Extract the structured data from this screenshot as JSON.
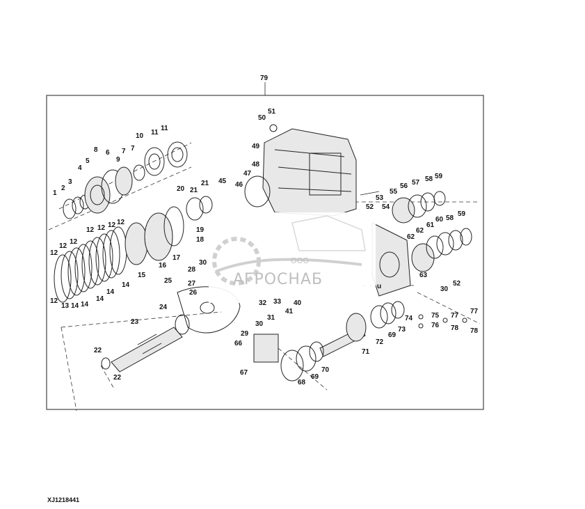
{
  "assembly_number": "79",
  "reference_code": "XJ1218441",
  "watermark": {
    "prefix": "ООО",
    "name": "АГРОСНАБ"
  },
  "callouts": {
    "c1": "1",
    "c2": "2",
    "c3": "3",
    "c4": "4",
    "c5": "5",
    "c6": "6",
    "c7a": "7",
    "c7b": "7",
    "c8": "8",
    "c9": "9",
    "c10": "10",
    "c11a": "11",
    "c11b": "11",
    "c12a": "12",
    "c12b": "12",
    "c12c": "12",
    "c12d": "12",
    "c12e": "12",
    "c12f": "12",
    "c12g": "12",
    "c12h": "12",
    "c13": "13",
    "c14a": "14",
    "c14b": "14",
    "c14c": "14",
    "c14d": "14",
    "c14e": "14",
    "c15": "15",
    "c16": "16",
    "c17": "17",
    "c18": "18",
    "c19": "19",
    "c20": "20",
    "c21a": "21",
    "c21b": "21",
    "c22a": "22",
    "c22b": "22",
    "c23": "23",
    "c24": "24",
    "c25": "25",
    "c26": "26",
    "c27": "27",
    "c28": "28",
    "c29": "29",
    "c30a": "30",
    "c30b": "30",
    "c30c": "30",
    "c31": "31",
    "c32": "32",
    "c33": "33",
    "c40": "40",
    "c41": "41",
    "c45": "45",
    "c46": "46",
    "c47": "47",
    "c48": "48",
    "c49": "49",
    "c50": "50",
    "c51": "51",
    "c52a": "52",
    "c52b": "52",
    "c53": "53",
    "c54": "54",
    "c55": "55",
    "c56": "56",
    "c57": "57",
    "c58a": "58",
    "c58b": "58",
    "c59a": "59",
    "c59b": "59",
    "c60": "60",
    "c61": "61",
    "c62a": "62",
    "c62b": "62",
    "c63": "63",
    "c66": "66",
    "c67": "67",
    "c68": "68",
    "c69a": "69",
    "c69b": "69",
    "c70": "70",
    "c71": "71",
    "c72": "72",
    "c73": "73",
    "c74": "74",
    "c75": "75",
    "c76": "76",
    "c77a": "77",
    "c77b": "77",
    "c78a": "78",
    "c78b": "78",
    "cu": "u"
  },
  "colors": {
    "line": "#222222",
    "watermark": "#bfbfbf",
    "frame": "#444444"
  }
}
